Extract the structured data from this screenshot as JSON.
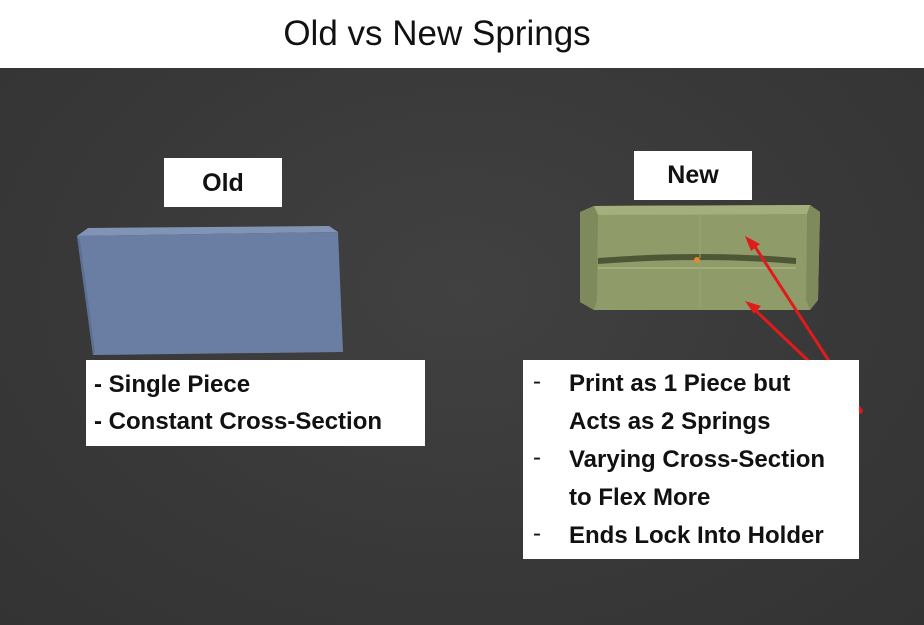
{
  "slide": {
    "title": "Old vs New Springs",
    "old": {
      "label": "Old",
      "notes": [
        "- Single Piece",
        "- Constant Cross-Section"
      ]
    },
    "new": {
      "label": "New",
      "bullets": [
        {
          "dash": "-",
          "lines": [
            "Print as 1 Piece but",
            "Acts as 2 Springs"
          ]
        },
        {
          "dash": "-",
          "lines": [
            "Varying Cross-Section",
            "to Flex More"
          ]
        },
        {
          "dash": "-",
          "lines": [
            "Ends Lock Into Holder"
          ]
        }
      ]
    }
  },
  "colors": {
    "background": "#3a3a3a",
    "old_spring": "#6a7ea3",
    "new_spring": "#8f9c6a",
    "arrow": "#e01b1b"
  }
}
